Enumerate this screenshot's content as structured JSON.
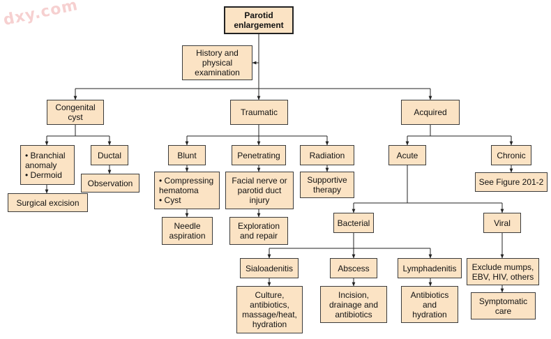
{
  "watermark": "dxy.com",
  "nodes": {
    "root": "Parotid\nenlargement",
    "history": "History and\nphysical\nexamination",
    "congenital": "Congenital\ncyst",
    "traumatic": "Traumatic",
    "acquired": "Acquired",
    "branchial": "• Branchial\n  anomaly\n• Dermoid",
    "ductal": "Ductal",
    "observation": "Observation",
    "surgical": "Surgical excision",
    "blunt": "Blunt",
    "penetrating": "Penetrating",
    "radiation": "Radiation",
    "compressing": "• Compressing\n  hematoma\n• Cyst",
    "facial": "Facial nerve or\nparotid duct\ninjury",
    "supportive": "Supportive\ntherapy",
    "needle": "Needle\naspiration",
    "exploration": "Exploration\nand repair",
    "acute": "Acute",
    "chronic": "Chronic",
    "seefig": "See Figure 201-2",
    "bacterial": "Bacterial",
    "viral": "Viral",
    "sialo": "Sialoadenitis",
    "abscess": "Abscess",
    "lymph": "Lymphadenitis",
    "exclude": "Exclude mumps,\nEBV, HIV, others",
    "culture": "Culture,\nantibiotics,\nmassage/heat,\nhydration",
    "incision": "Incision,\ndrainage and\nantibiotics",
    "antibiotics": "Antibiotics\nand\nhydration",
    "symptomatic": "Symptomatic\ncare"
  }
}
